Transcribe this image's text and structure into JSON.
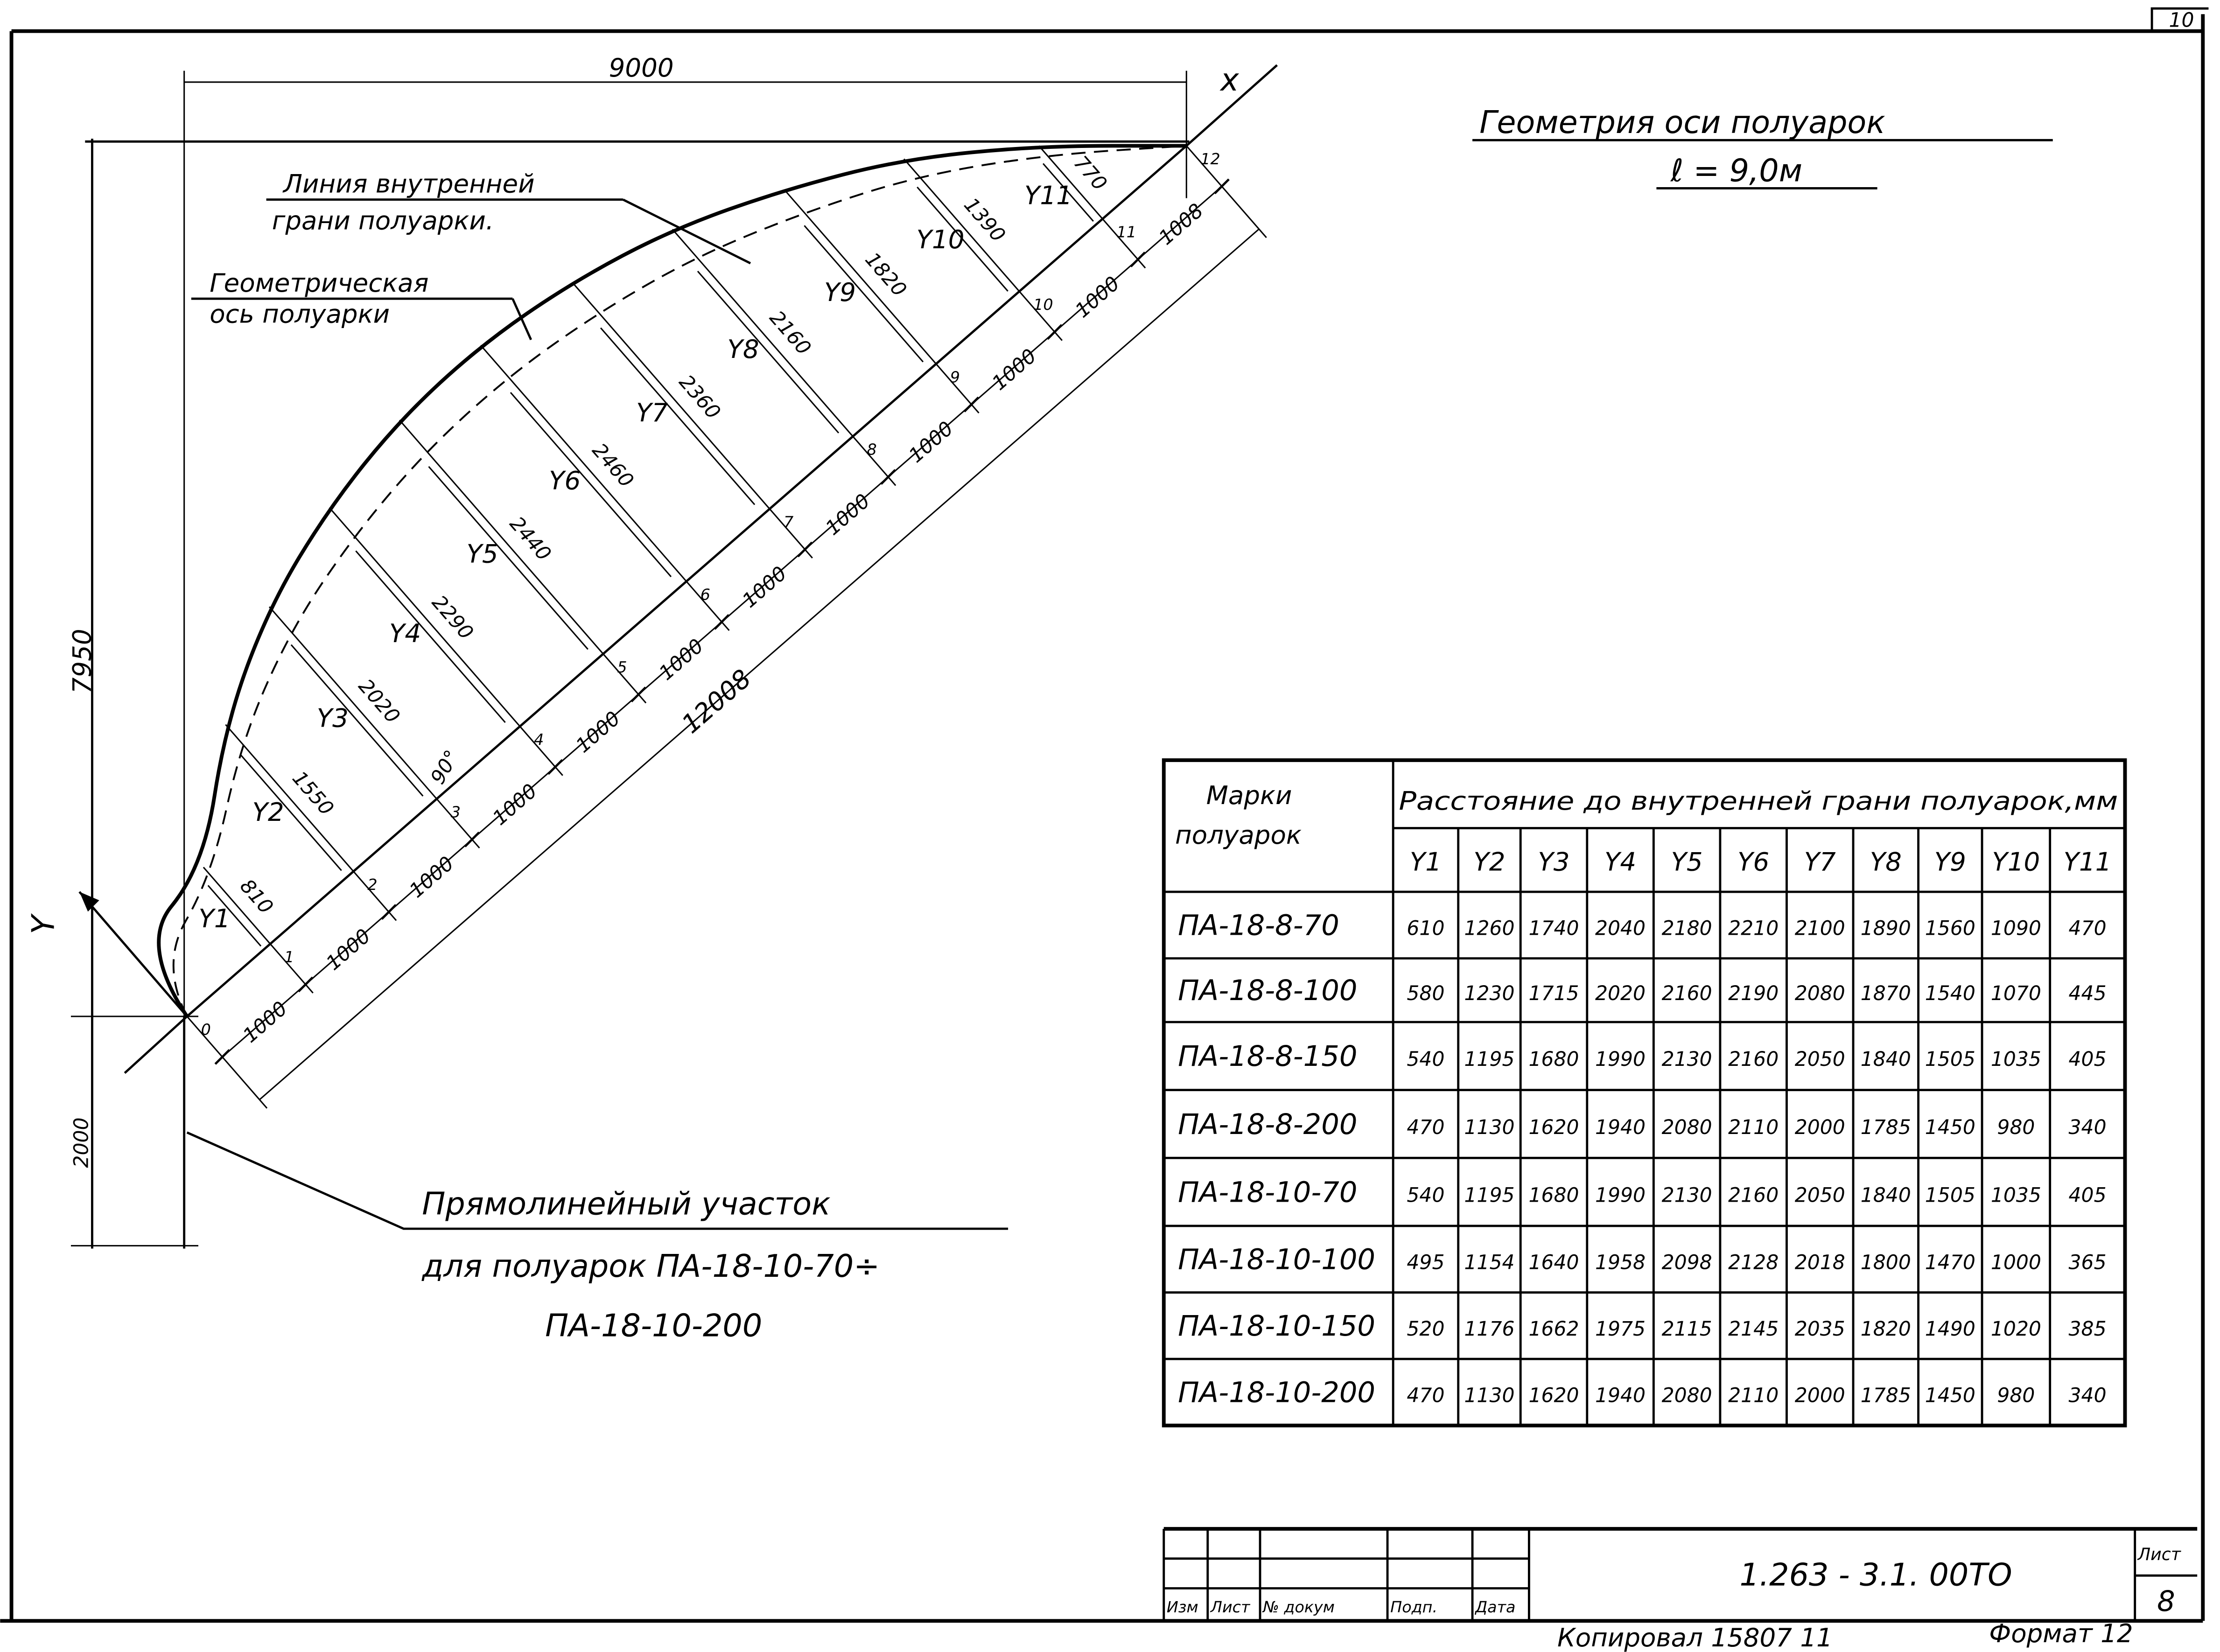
{
  "sheet_corner": "10",
  "header": {
    "title": "Геометрия оси полуарок",
    "span": "ℓ = 9,0м"
  },
  "diagram": {
    "dim_span": "9000",
    "dim_height": "7950",
    "dim_straight": "2000",
    "dim_chord": "12008",
    "dim_last_segment": "1008",
    "segment_label": "1000",
    "axis_x": "x",
    "axis_y": "Y",
    "right_angle": "90°",
    "inner_edge_label_lines": [
      "Линия внутренней",
      "грани полуарки."
    ],
    "geometric_axis_label_lines": [
      "Геометрическая",
      "ось полуарки"
    ],
    "straight_section_lines": [
      "Прямолинейный участок",
      "для  полуарок  ПА-18-10-70÷",
      "ПА-18-10-200"
    ],
    "point_numbers": [
      "0",
      "1",
      "2",
      "3",
      "4",
      "5",
      "6",
      "7",
      "8",
      "9",
      "10",
      "11",
      "12"
    ],
    "ordinate_names": [
      "Y1",
      "Y2",
      "Y3",
      "Y4",
      "Y5",
      "Y6",
      "Y7",
      "Y8",
      "Y9",
      "Y10",
      "Y11"
    ],
    "ordinate_values": [
      "810",
      "1550",
      "2020",
      "2290",
      "2440",
      "2460",
      "2360",
      "2160",
      "1820",
      "1390",
      "770"
    ]
  },
  "table": {
    "col_header_lines": [
      "Марки",
      "полуарок"
    ],
    "group_header": "Расстояние до внутренней грани полуарок,мм",
    "y_columns": [
      "Y1",
      "Y2",
      "Y3",
      "Y4",
      "Y5",
      "Y6",
      "Y7",
      "Y8",
      "Y9",
      "Y10",
      "Y11"
    ],
    "rows": [
      {
        "mark": "ПА-18-8-70",
        "values": [
          "610",
          "1260",
          "1740",
          "2040",
          "2180",
          "2210",
          "2100",
          "1890",
          "1560",
          "1090",
          "470"
        ]
      },
      {
        "mark": "ПА-18-8-100",
        "values": [
          "580",
          "1230",
          "1715",
          "2020",
          "2160",
          "2190",
          "2080",
          "1870",
          "1540",
          "1070",
          "445"
        ]
      },
      {
        "mark": "ПА-18-8-150",
        "values": [
          "540",
          "1195",
          "1680",
          "1990",
          "2130",
          "2160",
          "2050",
          "1840",
          "1505",
          "1035",
          "405"
        ]
      },
      {
        "mark": "ПА-18-8-200",
        "values": [
          "470",
          "1130",
          "1620",
          "1940",
          "2080",
          "2110",
          "2000",
          "1785",
          "1450",
          "980",
          "340"
        ]
      },
      {
        "mark": "ПА-18-10-70",
        "values": [
          "540",
          "1195",
          "1680",
          "1990",
          "2130",
          "2160",
          "2050",
          "1840",
          "1505",
          "1035",
          "405"
        ]
      },
      {
        "mark": "ПА-18-10-100",
        "values": [
          "495",
          "1154",
          "1640",
          "1958",
          "2098",
          "2128",
          "2018",
          "1800",
          "1470",
          "1000",
          "365"
        ]
      },
      {
        "mark": "ПА-18-10-150",
        "values": [
          "520",
          "1176",
          "1662",
          "1975",
          "2115",
          "2145",
          "2035",
          "1820",
          "1490",
          "1020",
          "385"
        ]
      },
      {
        "mark": "ПА-18-10-200",
        "values": [
          "470",
          "1130",
          "1620",
          "1940",
          "2080",
          "2110",
          "2000",
          "1785",
          "1450",
          "980",
          "340"
        ]
      }
    ]
  },
  "title_block": {
    "labels": [
      "Изм",
      "Лист",
      "№ докум",
      "Подп.",
      "Дата"
    ],
    "designation": "1.263 - 3.1. 00ТО",
    "sheet_label": "Лист",
    "sheet_number": "8",
    "copied": "Копировал  15807  11",
    "format": "Формат 12"
  }
}
